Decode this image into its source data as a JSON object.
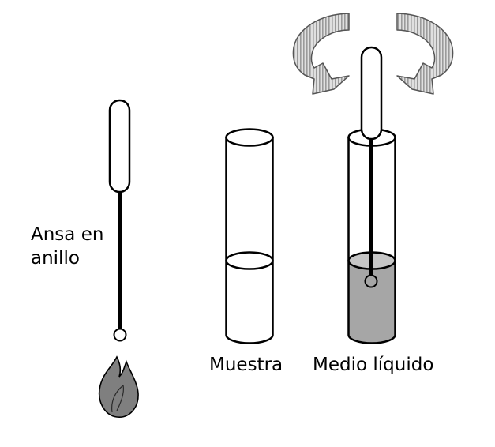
{
  "labels": {
    "loop_line1": "Ansa en",
    "loop_line2": "anillo",
    "sample": "Muestra",
    "medium": "Medio líquido"
  },
  "icons": {
    "loop": "inoculation-loop-icon",
    "flame": "flame-icon",
    "tube_sample": "test-tube-icon",
    "tube_medium": "test-tube-icon",
    "rotation": "rotation-arrow-icon"
  },
  "colors": {
    "outline": "#000000",
    "liquid_fill": "#a6a6a6",
    "flame_fill": "#7f7f7f",
    "arrow_fill": "#e0e0e0",
    "arrow_stripe": "#9a9a9a"
  }
}
